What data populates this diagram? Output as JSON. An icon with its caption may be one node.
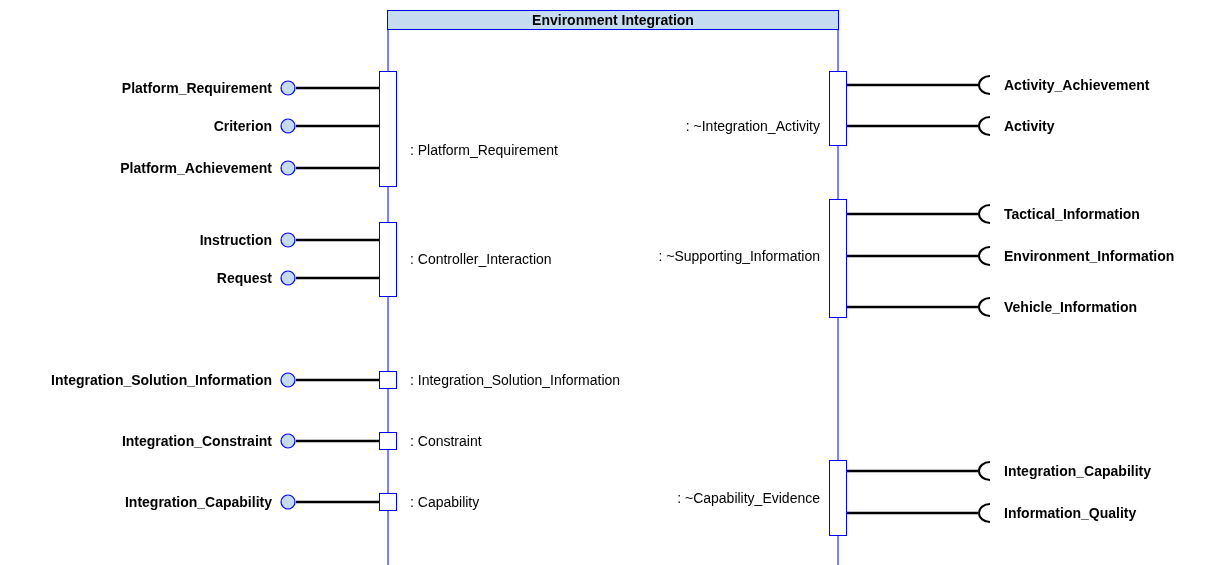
{
  "diagram": {
    "nodes": [
      {
        "text": [
          "Environment Integration"
        ]
      },
      {
        "text": [],
        "shape": "box"
      },
      {
        "text": [],
        "shape": "circle",
        "beside": [
          "Platform_Requirement"
        ]
      },
      {
        "text": [],
        "shape": "circle",
        "beside": [
          "Criterion"
        ]
      },
      {
        "text": [],
        "shape": "circle",
        "beside": [
          "Platform_Achievement"
        ]
      },
      {
        "text": [],
        "shape": "box"
      },
      {
        "text": [],
        "shape": "circle",
        "beside": [
          "Instruction"
        ]
      },
      {
        "text": [],
        "shape": "circle",
        "beside": [
          "Request"
        ]
      },
      {
        "text": [],
        "shape": "box"
      },
      {
        "text": [],
        "shape": "circle",
        "beside": [
          "Integration_Solution_Information"
        ]
      },
      {
        "text": [],
        "shape": "box"
      },
      {
        "text": [],
        "shape": "circle",
        "beside": [
          "Integration_Constraint"
        ]
      },
      {
        "text": [],
        "shape": "box"
      },
      {
        "text": [],
        "shape": "circle",
        "beside": [
          "Integration_Capability"
        ]
      },
      {
        "text": [],
        "shape": "box"
      },
      {
        "text": [],
        "shape": "arc",
        "beside": [
          "Activity_Achievement"
        ]
      },
      {
        "text": [],
        "shape": "arc",
        "beside": [
          "Activity"
        ]
      },
      {
        "text": [],
        "shape": "box"
      },
      {
        "text": [],
        "shape": "arc",
        "beside": [
          "Tactical_Information"
        ]
      },
      {
        "text": [],
        "shape": "arc",
        "beside": [
          "Environment_Information"
        ]
      },
      {
        "text": [],
        "shape": "arc",
        "beside": [
          "Vehicle_Information"
        ]
      },
      {
        "text": [],
        "shape": "box"
      },
      {
        "text": [],
        "shape": "arc",
        "beside": [
          "Integration_Capability"
        ]
      },
      {
        "text": [],
        "shape": "arc",
        "beside": [
          "Information_Quality"
        ]
      }
    ],
    "edges": [
      {
        "from": 1,
        "to": 2,
        "arrow": "none"
      },
      {
        "from": 1,
        "to": 3,
        "arrow": "none"
      },
      {
        "from": 1,
        "to": 4,
        "arrow": "none"
      },
      {
        "from": 5,
        "to": 6,
        "arrow": "none"
      },
      {
        "from": 5,
        "to": 7,
        "arrow": "none"
      },
      {
        "from": 8,
        "to": 9,
        "arrow": "none"
      },
      {
        "from": 10,
        "to": 11,
        "arrow": "none"
      },
      {
        "from": 12,
        "to": 13,
        "arrow": "none"
      },
      {
        "from": 14,
        "to": 15,
        "arrow": "none"
      },
      {
        "from": 14,
        "to": 16,
        "arrow": "none"
      },
      {
        "from": 17,
        "to": 18,
        "arrow": "none"
      },
      {
        "from": 17,
        "to": 19,
        "arrow": "none"
      },
      {
        "from": 17,
        "to": 20,
        "arrow": "none"
      },
      {
        "from": 21,
        "to": 22,
        "arrow": "none"
      },
      {
        "from": 21,
        "to": 23,
        "arrow": "none"
      }
    ],
    "labels": [
      ": ~Integration_Activity",
      ": Platform_Requirement",
      ": ~Supporting_Information",
      ": Controller_Interaction",
      ": Integration_Solution_Information",
      ": Constraint",
      ": ~Capability_Evidence",
      ": Capability"
    ]
  }
}
